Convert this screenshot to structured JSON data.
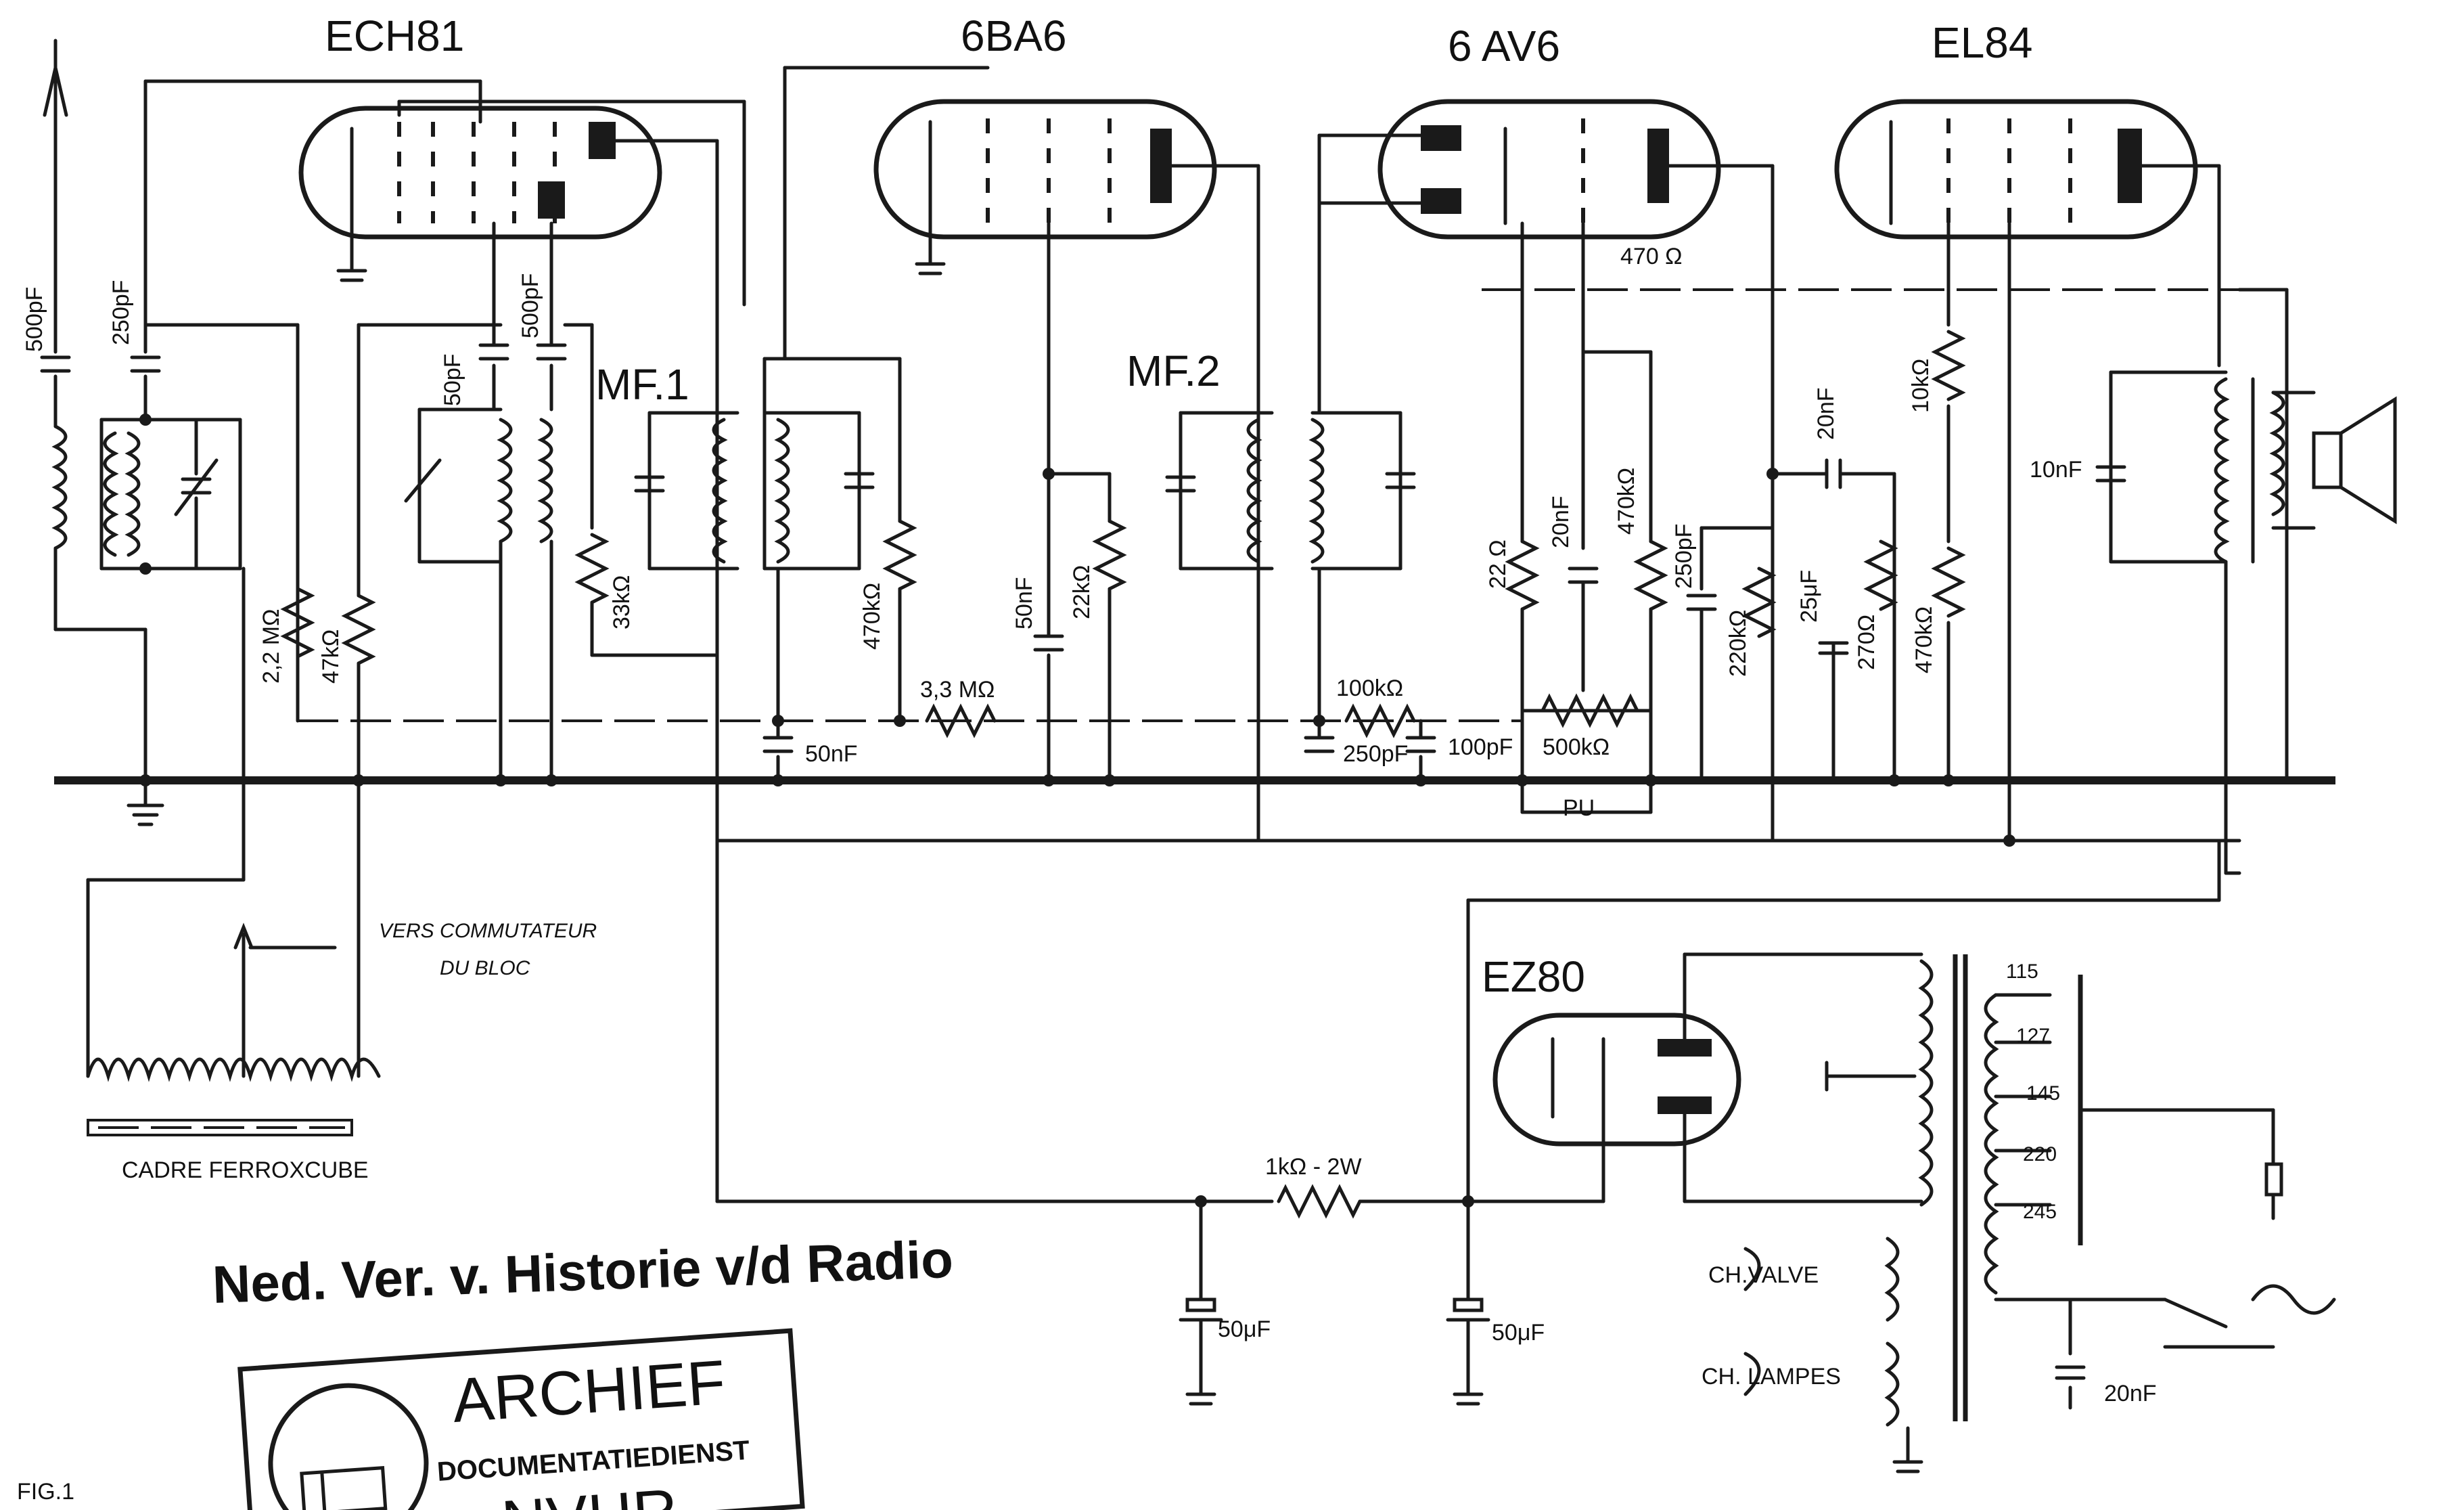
{
  "tubes": {
    "ech81": "ECH81",
    "6ba6": "6BA6",
    "6av6": "6 AV6",
    "el84": "EL84",
    "ez80": "EZ80"
  },
  "transformers": {
    "mf1": "MF.1",
    "mf2": "MF.2"
  },
  "components": {
    "c_500pf_ant": "500pF",
    "c_250pf_ant": "250pF",
    "c_50pf_osc": "50pF",
    "c_500pf_osc": "500pF",
    "r_2m2": "2,2 MΩ",
    "r_47k": "47kΩ",
    "r_33k": "33kΩ",
    "r_470k_mf1": "470kΩ",
    "r_3m3": "3,3 MΩ",
    "c_50nf_agc": "50nF",
    "c_50nf_screen": "50nF",
    "r_22k": "22kΩ",
    "r_100k": "100kΩ",
    "c_250pf_det": "250pF",
    "c_100pf_det": "100pF",
    "r_470_ohm": "470 Ω",
    "r_22_ohm": "22 Ω",
    "c_20nf_grid": "20nF",
    "r_470k_pot": "470kΩ",
    "c_250pf_plate": "250pF",
    "pot_500k": "500kΩ",
    "r_220k": "220kΩ",
    "c_25uf": "25μF",
    "r_270": "270Ω",
    "r_470k_el84": "470kΩ",
    "c_20nf_coupling": "20nF",
    "r_10k": "10kΩ",
    "c_10nf_out": "10nF",
    "pu": "PU",
    "r_1k_2w": "1kΩ - 2W",
    "c_50uf_1": "50μF",
    "c_50uf_2": "50μF",
    "c_20nf_mains": "20nF"
  },
  "mains": {
    "taps": [
      "115",
      "127",
      "145",
      "220",
      "245"
    ],
    "ch_valve": "CH.VALVE",
    "ch_lampes": "CH. LAMPES"
  },
  "annotations": {
    "vers_line1": "VERS COMMUTATEUR",
    "vers_line2": "DU BLOC",
    "cadre": "CADRE FERROXCUBE",
    "fig": "FIG.1"
  },
  "footer": {
    "title": "Ned. Ver. v. Historie v/d Radio",
    "stamp_big": "ARCHIEF",
    "stamp_small": "DOCUMENTATIEDIENST",
    "stamp_cut": "NVHR"
  }
}
